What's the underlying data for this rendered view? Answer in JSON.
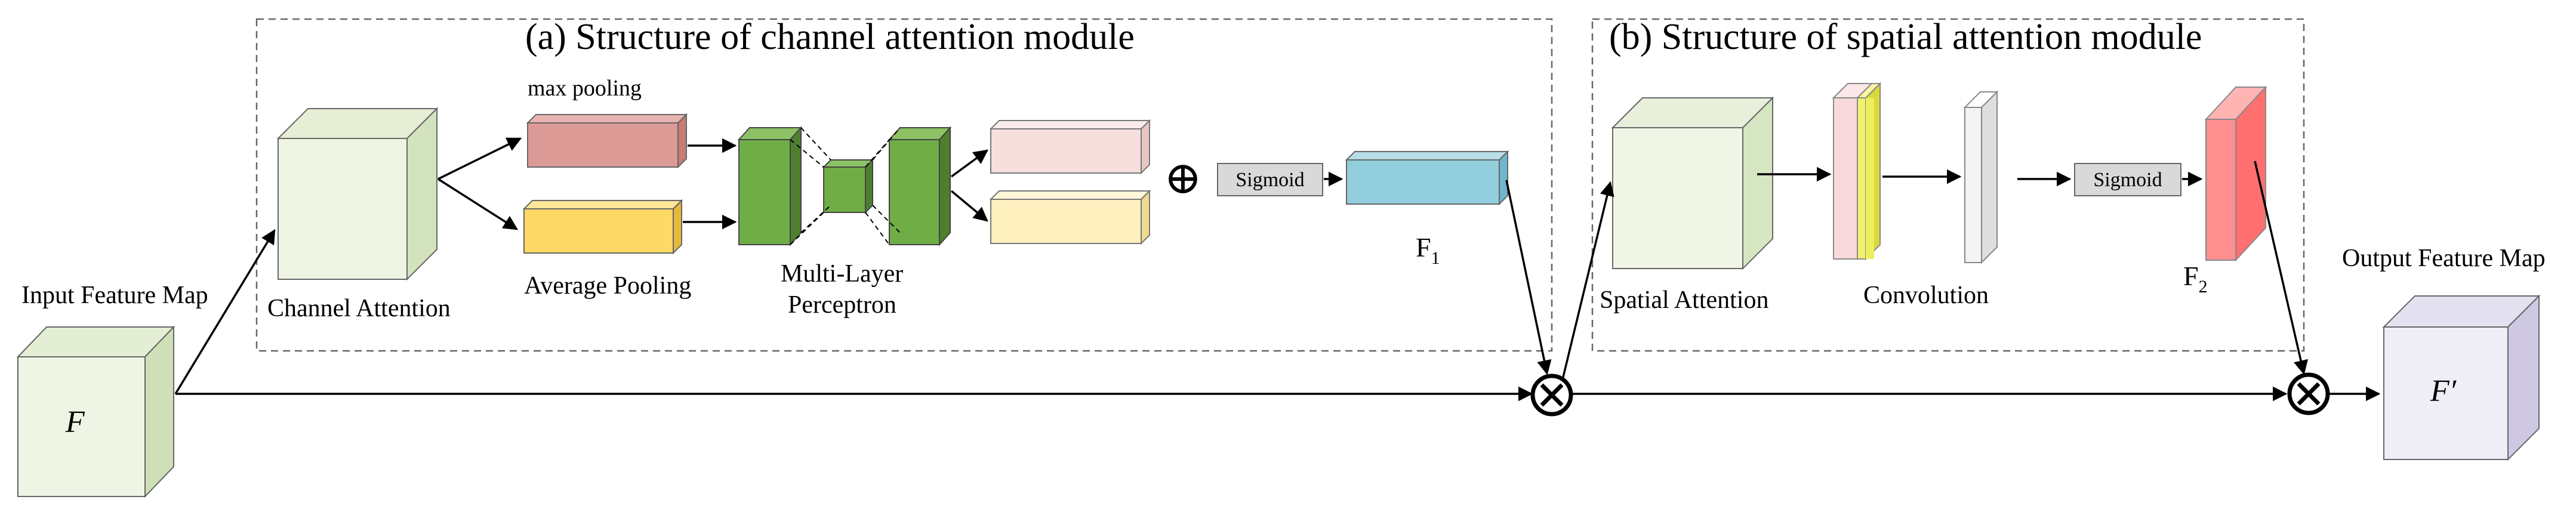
{
  "panels": {
    "channel_title": "(a) Structure of channel attention module",
    "spatial_title": "(b) Structure of spatial attention module"
  },
  "labels": {
    "input_feature_map": "Input Feature Map",
    "input_symbol": "F",
    "channel_attention": "Channel Attention",
    "max_pooling": "max pooling",
    "average_pooling": "Average Pooling",
    "mlp_line1": "Multi-Layer",
    "mlp_line2": "Perceptron",
    "sigmoid_channel": "Sigmoid",
    "f1": "F",
    "f1_sub": "1",
    "spatial_attention": "Spatial Attention",
    "convolution": "Convolution",
    "sigmoid_spatial": "Sigmoid",
    "f2": "F",
    "f2_sub": "2",
    "output_feature_map": "Output Feature Map",
    "output_symbol": "F′"
  },
  "operators": {
    "add": "⊕",
    "multiply": "⊗"
  },
  "colors": {
    "input_cube": "#eef5e4",
    "channel_cube": "#eef4e2",
    "max_pool_bar": "#dc9a96",
    "avg_pool_bar": "#ffd966",
    "mlp": "#70ad47",
    "pink_out": "#f6dfdd",
    "yellow_out": "#fff0c0",
    "sigmoid_box": "#d9d9d9",
    "f1_bar": "#92cddc",
    "spatial_cube": "#f0f6e6",
    "conv_pink": "#f8d9dc",
    "conv_yellow": "#f2f270",
    "conv_white": "#f4f4f4",
    "f2_bar": "#ff8f8f",
    "output_cube": "#efedf6"
  }
}
